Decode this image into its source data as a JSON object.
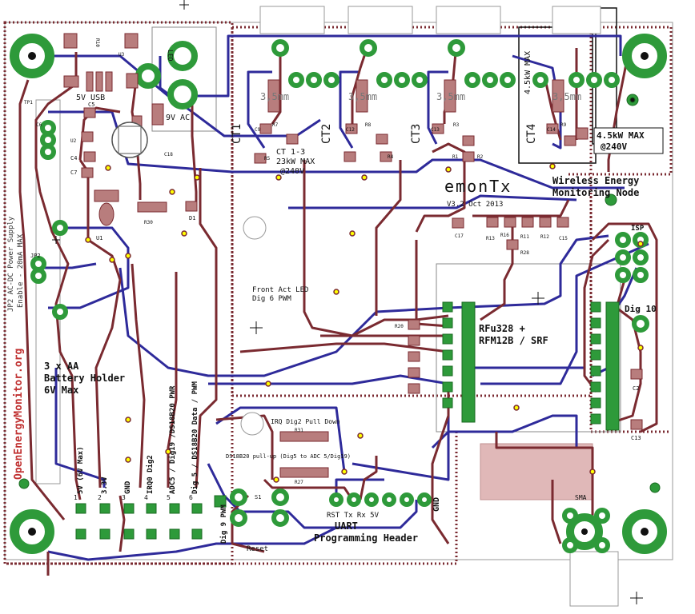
{
  "labels": {
    "usb": "5V USB",
    "ac": "9V AC",
    "led": "LED",
    "ct1": "CT1",
    "ct2": "CT2",
    "ct3": "CT3",
    "ct4": "CT4",
    "jack_size": "3,5mm",
    "ct13_line1": "CT 1-3",
    "ct13_line2": "23kW MAX",
    "ct13_line3": "@240V",
    "ct4_max": "4.5kW MAX",
    "ct4_line1": "4.5kW MAX",
    "ct4_line2": "@240V",
    "title": "emonTx",
    "version": "V3.2 Oct 2013",
    "wireless1": "Wireless Energy",
    "wireless2": "Monitoring Node",
    "front_led1": "Front Act LED",
    "front_led2": "Dig 6 PWM",
    "rfm1": "RFu328 +",
    "rfm2": "RFM12B / SRF",
    "dig10": "Dig 10",
    "isp": "ISP",
    "battery1": "3 x AA",
    "battery2": "Battery Holder",
    "battery3": "6V Max",
    "site": "OpenEnergyMonitor.org",
    "jp2_1": "JP2 AC-DC Power Supply",
    "jp2_2": "Enable - 20mA MAX",
    "jp2": "JP2",
    "irq": "IRQ Dig2 Pull Down",
    "ds_pullup": "DS18B20 pull-up (Dig5 to ADC 5/Dig19)",
    "uart1": "UART",
    "uart2": "Programming Header",
    "uart_pins": "RST Tx Rx 5V",
    "gnd": "GND",
    "v5": "5V (6V Max)",
    "v33": "3.3V",
    "gnd2": "GND",
    "irq0": "IRQ0 Dig2",
    "adc5": "ADC5 / Dig19 /DS18B20 PWR",
    "dig5": "Dig 5 / DS18B20 Data / PWM",
    "dig9": "Dig 9 PWM",
    "reset": "Reset",
    "sma": "SMA",
    "s1": "S1"
  },
  "pin_numbers": [
    "1",
    "2",
    "3",
    "4",
    "5",
    "6"
  ],
  "components": {
    "c_labels": [
      "C5",
      "C6",
      "C4",
      "C7",
      "C18",
      "C9",
      "C12",
      "C13",
      "C14",
      "C17",
      "C15",
      "C2",
      "C13"
    ],
    "r_labels": [
      "R10",
      "R30",
      "R7",
      "R4",
      "R8",
      "R3",
      "R9",
      "R1",
      "R16",
      "R13",
      "R11",
      "R12",
      "R28",
      "R20",
      "R31",
      "R27",
      "R5",
      "R2"
    ],
    "misc": [
      "D1",
      "U1",
      "U2",
      "U3",
      "TP1"
    ]
  },
  "colors": {
    "top_trace": "#7a2a30",
    "bottom_trace": "#2e2a9a",
    "pad_green": "#2e9a3a",
    "via_yellow": "#ffff00",
    "silk": "#000000",
    "outline": "#7a2a30"
  }
}
